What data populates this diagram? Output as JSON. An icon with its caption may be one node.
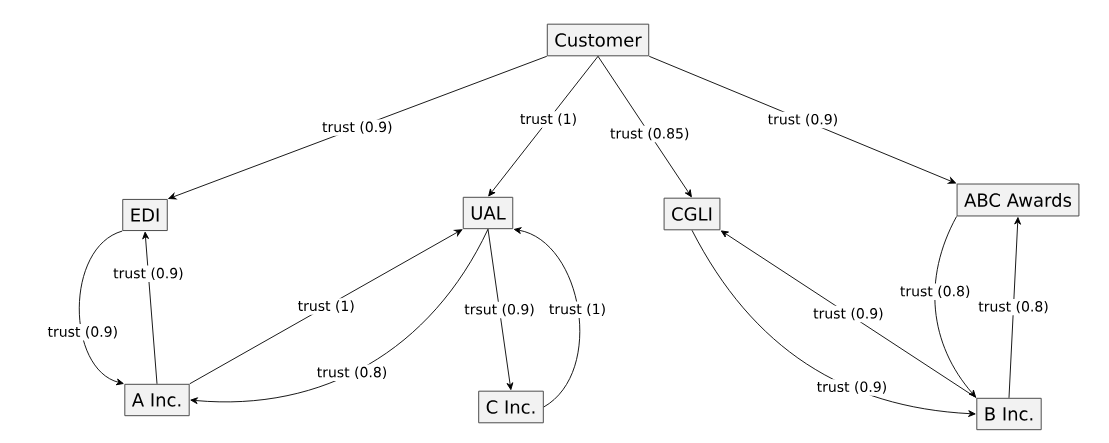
{
  "diagram": {
    "nodes": [
      {
        "text": [
          "Customer"
        ]
      },
      {
        "text": [
          "EDI"
        ]
      },
      {
        "text": [
          "UAL"
        ]
      },
      {
        "text": [
          "CGLI"
        ]
      },
      {
        "text": [
          "ABC Awards"
        ]
      },
      {
        "text": [
          "A Inc."
        ]
      },
      {
        "text": [
          "C Inc."
        ]
      },
      {
        "text": [
          "B Inc."
        ]
      }
    ],
    "edges": [
      {
        "from": 0,
        "to": 1,
        "arrow": "to",
        "label": "trust (0.9)"
      },
      {
        "from": 0,
        "to": 2,
        "arrow": "to",
        "label": "trust (1)"
      },
      {
        "from": 0,
        "to": 3,
        "arrow": "to",
        "label": "trust (0.85)"
      },
      {
        "from": 0,
        "to": 4,
        "arrow": "to",
        "label": "trust (0.9)"
      },
      {
        "from": 1,
        "to": 5,
        "arrow": "to",
        "label": "trust (0.9)"
      },
      {
        "from": 5,
        "to": 1,
        "arrow": "to",
        "label": "trust (0.9)"
      },
      {
        "from": 5,
        "to": 2,
        "arrow": "to",
        "label": "trust (1)"
      },
      {
        "from": 2,
        "to": 5,
        "arrow": "to",
        "label": "trust (0.8)"
      },
      {
        "from": 2,
        "to": 6,
        "arrow": "to",
        "label": "trsut (0.9)"
      },
      {
        "from": 6,
        "to": 2,
        "arrow": "to",
        "label": "trust (1)"
      },
      {
        "from": 3,
        "to": 7,
        "arrow": "to",
        "label": "trust (0.9)"
      },
      {
        "from": 7,
        "to": 3,
        "arrow": "to",
        "label": "trust (0.9)"
      },
      {
        "from": 4,
        "to": 7,
        "arrow": "to",
        "label": "trust (0.8)"
      },
      {
        "from": 7,
        "to": 4,
        "arrow": "to",
        "label": "trust (0.8)"
      }
    ]
  }
}
